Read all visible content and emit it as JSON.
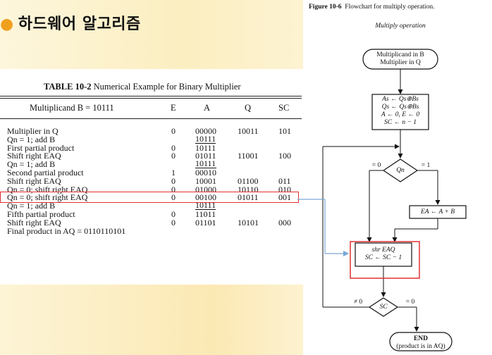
{
  "slide_title": "하드웨어 알고리즘",
  "table": {
    "caption_label": "TABLE 10-2",
    "caption_text": "Numerical Example for Binary Multiplier",
    "headers": [
      "Multiplicand B = 10111",
      "E",
      "A",
      "Q",
      "SC"
    ],
    "rows": [
      {
        "label": "Multiplier in Q",
        "e": "0",
        "a": "00000",
        "q": "10011",
        "sc": "101"
      },
      {
        "label": "Qn = 1; add B",
        "e": "",
        "a": "10111",
        "q": "",
        "sc": ""
      },
      {
        "label": "First partial product",
        "e": "0",
        "a": "10111",
        "q": "",
        "sc": ""
      },
      {
        "label": "Shift right EAQ",
        "e": "0",
        "a": "01011",
        "q": "11001",
        "sc": "100"
      },
      {
        "label": "Qn = 1; add B",
        "e": "",
        "a": "10111",
        "q": "",
        "sc": ""
      },
      {
        "label": "Second partial product",
        "e": "1",
        "a": "00010",
        "q": "",
        "sc": ""
      },
      {
        "label": "Shift right EAQ",
        "e": "0",
        "a": "10001",
        "q": "01100",
        "sc": "011"
      },
      {
        "label": "Qn = 0; shift right EAQ",
        "e": "0",
        "a": "01000",
        "q": "10110",
        "sc": "010"
      },
      {
        "label": "Qn = 0; shift right EAQ",
        "e": "0",
        "a": "00100",
        "q": "01011",
        "sc": "001"
      },
      {
        "label": "Qn = 1; add B",
        "e": "",
        "a": "10111",
        "q": "",
        "sc": ""
      },
      {
        "label": "Fifth partial product",
        "e": "0",
        "a": "11011",
        "q": "",
        "sc": ""
      },
      {
        "label": "Shift right EAQ",
        "e": "0",
        "a": "01101",
        "q": "10101",
        "sc": "000"
      },
      {
        "label": "Final product in AQ = 0110110101",
        "e": "",
        "a": "",
        "q": "",
        "sc": ""
      }
    ]
  },
  "figure": {
    "caption_label": "Figure 10-6",
    "caption_text": "Flowchart for multiply operation.",
    "operation_title": "Multiply operation",
    "start_box": [
      "Multiplicand in B",
      "Multiplier in Q"
    ],
    "init_box": [
      "As ← Qs⊕Bs",
      "Qs ← Qs⊕Bs",
      "A ← 0, E ← 0",
      "SC ← n − 1"
    ],
    "decision_qn": "Qn",
    "branch_zero": "= 0",
    "branch_one": "= 1",
    "add_box": "EA ← A + B",
    "shift_box": [
      "shr EAQ",
      "SC ← SC − 1"
    ],
    "decision_sc": "SC",
    "branch_not_zero": "≠ 0",
    "branch_equal_zero": "= 0",
    "end_box": [
      "END",
      "(product is in AQ)"
    ]
  },
  "colors": {
    "highlight": "#e03030",
    "connector": "#7aa8d8",
    "bullet": "#f0a020",
    "band": "#fbeec0"
  }
}
